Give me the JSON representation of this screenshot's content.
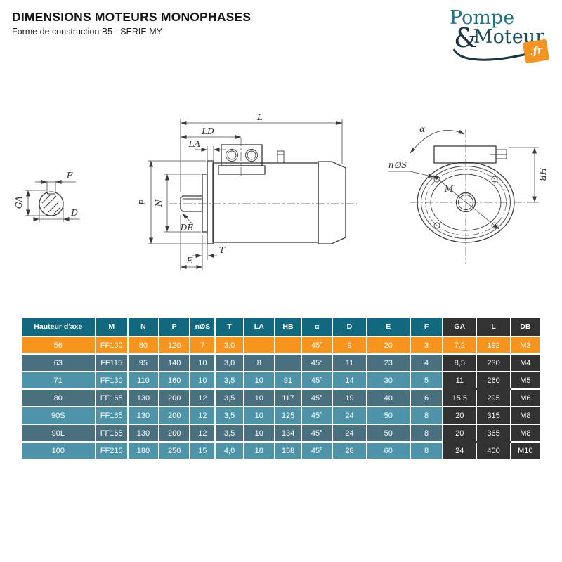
{
  "page": {
    "title": "DIMENSIONS MOTEURS MONOPHASES",
    "subtitle": "Forme de construction B5 - SERIE MY"
  },
  "logo": {
    "word1": "Pompe",
    "ampersand": "&",
    "word2": "Moteur",
    "badge": ".fr",
    "teal": "#217486",
    "navy": "#1C3444",
    "orange": "#F39422"
  },
  "drawings": {
    "shaft_section": {
      "ga": "GA",
      "f": "F",
      "d": "D"
    },
    "side_view": {
      "l": "L",
      "ld": "LD",
      "la": "LA",
      "p": "P",
      "n": "N",
      "db": "DB",
      "t": "T",
      "e": "E"
    },
    "flange_view": {
      "alpha": "α",
      "n_dia_s": "n∅S",
      "m": "M",
      "hb": "HB"
    }
  },
  "table": {
    "headers": [
      "Hauteur d'axe",
      "M",
      "N",
      "P",
      "nØS",
      "T",
      "LA",
      "HB",
      "α",
      "D",
      "E",
      "F",
      "GA",
      "L",
      "DB"
    ],
    "rows": [
      [
        "56",
        "FF100",
        "80",
        "120",
        "7",
        "3,0",
        "",
        "",
        "45°",
        "9",
        "20",
        "3",
        "7,2",
        "192",
        "M3"
      ],
      [
        "63",
        "FF115",
        "95",
        "140",
        "10",
        "3,0",
        "8",
        "",
        "45°",
        "11",
        "23",
        "4",
        "8,5",
        "230",
        "M4"
      ],
      [
        "71",
        "FF130",
        "110",
        "160",
        "10",
        "3,5",
        "10",
        "91",
        "45°",
        "14",
        "30",
        "5",
        "11",
        "260",
        "M5"
      ],
      [
        "80",
        "FF165",
        "130",
        "200",
        "12",
        "3,5",
        "10",
        "117",
        "45°",
        "19",
        "40",
        "6",
        "15,5",
        "295",
        "M6"
      ],
      [
        "90S",
        "FF165",
        "130",
        "200",
        "12",
        "3,5",
        "10",
        "125",
        "45°",
        "24",
        "50",
        "8",
        "20",
        "315",
        "M8"
      ],
      [
        "90L",
        "FF165",
        "130",
        "200",
        "12",
        "3,5",
        "10",
        "134",
        "45°",
        "24",
        "50",
        "8",
        "20",
        "365",
        "M8"
      ],
      [
        "100",
        "FF215",
        "180",
        "250",
        "15",
        "4,0",
        "10",
        "158",
        "45°",
        "28",
        "60",
        "8",
        "24",
        "400",
        "M10"
      ]
    ],
    "highlight_row_index": 0,
    "colors": {
      "header_bg": "#11687F",
      "row_dark": "#4A7080",
      "row_light": "#4F93A9",
      "highlight_bg": "#F7941E",
      "dark_columns_bg": "#323232",
      "text": "#FFFFFF"
    }
  }
}
